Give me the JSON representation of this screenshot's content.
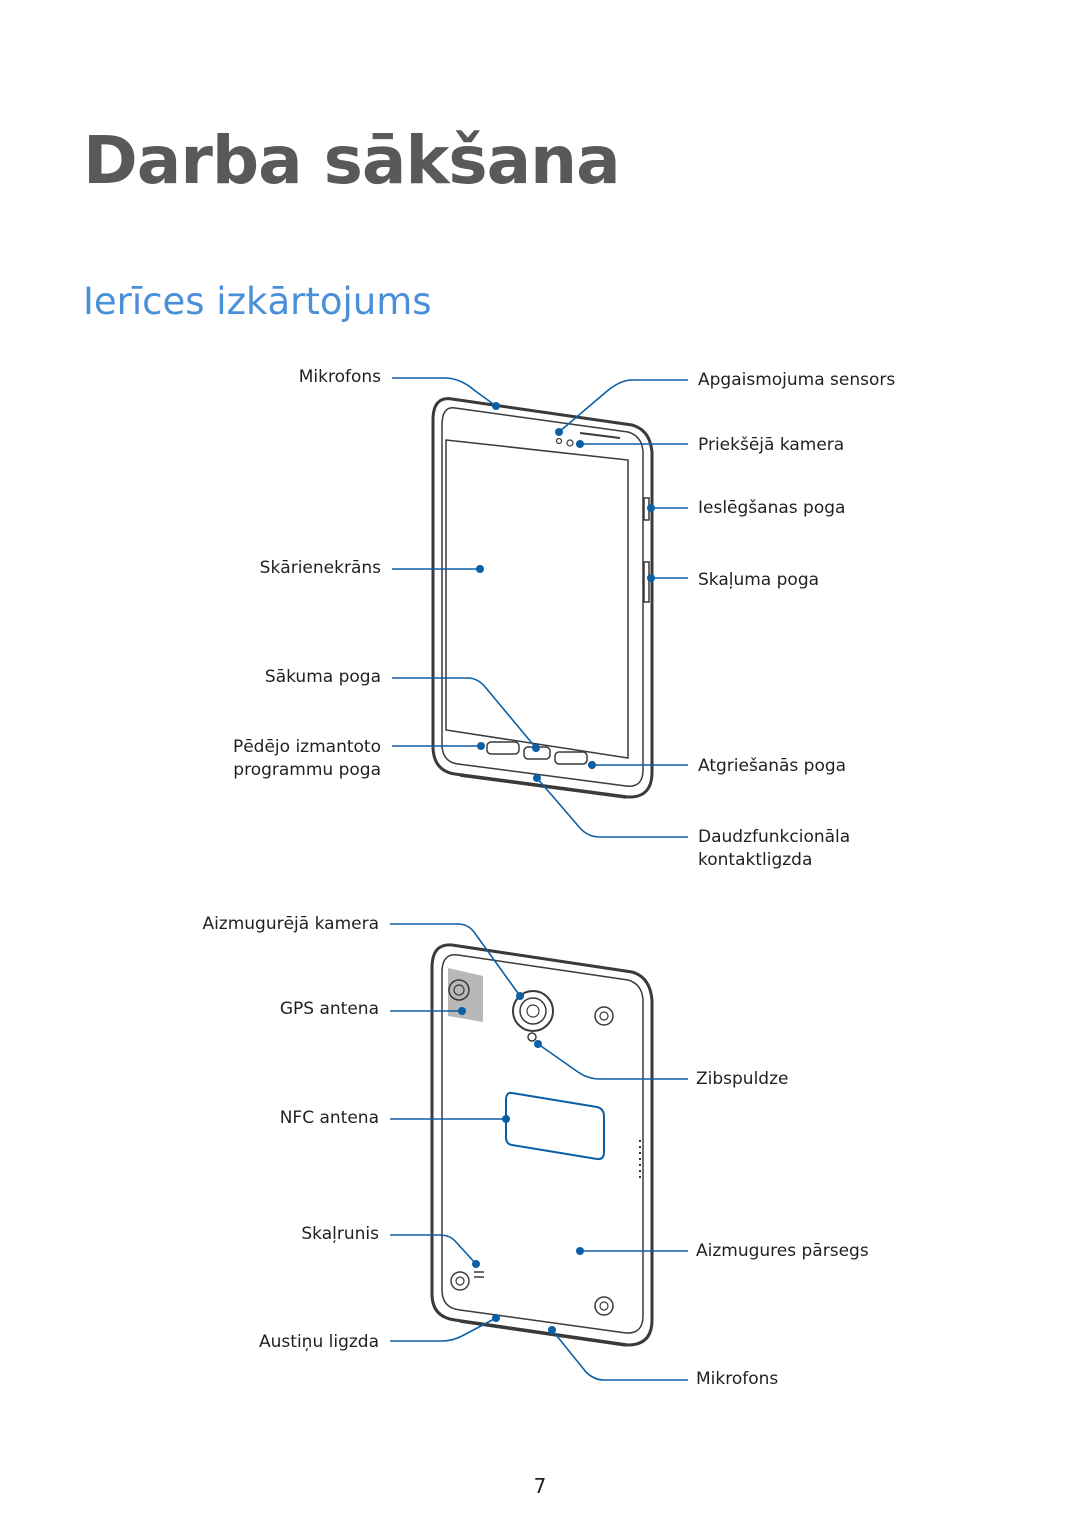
{
  "page": {
    "chapter_title": "Darba sākšana",
    "section_title": "Ierīces izkārtojums",
    "page_number": "7"
  },
  "front_view": {
    "labels": {
      "microphone": "Mikrofons",
      "light_sensor": "Apgaismojuma sensors",
      "front_camera": "Priekšējā kamera",
      "power_button": "Ieslēgšanas poga",
      "touchscreen": "Skārienekrāns",
      "volume_button": "Skaļuma poga",
      "home_button": "Sākuma poga",
      "recent_apps_line1": "Pēdējo izmantoto",
      "recent_apps_line2": "programmu poga",
      "back_button": "Atgriešanās poga",
      "multipurpose_jack_line1": "Daudzfunkcionāla",
      "multipurpose_jack_line2": "kontaktligzda"
    }
  },
  "back_view": {
    "labels": {
      "rear_camera": "Aizmugurējā kamera",
      "gps_antenna": "GPS antena",
      "flash": "Zibspuldze",
      "nfc_antenna": "NFC antena",
      "speaker": "Skaļrunis",
      "back_cover": "Aizmugures pārsegs",
      "headset_jack": "Austiņu ligzda",
      "microphone": "Mikrofons"
    }
  },
  "colors": {
    "callout": "#0b5fa5",
    "device_outline": "#3a3a3a",
    "heading_blue": "#4a90d9",
    "heading_gray": "#58595b"
  }
}
